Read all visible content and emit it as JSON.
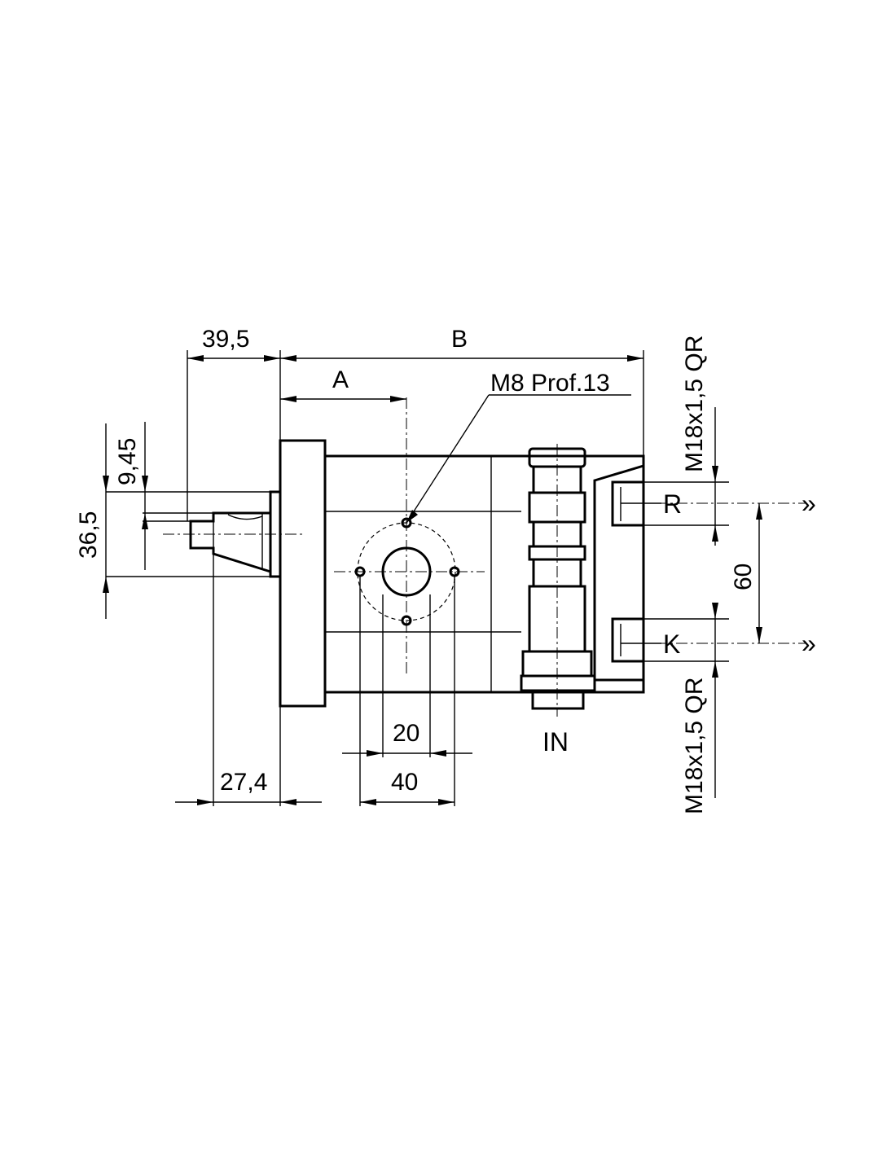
{
  "dimensions": {
    "shaft_length": "39,5",
    "body_length": "B",
    "flange_to_port": "A",
    "thread_depth": "M8  Prof.13",
    "port_thread_top": "M18x1,5 QR",
    "port_thread_bottom": "M18x1,5 QR",
    "key_width": "9,45",
    "shaft_diameter": "36,5",
    "key_offset": "27,4",
    "hole_spacing_inner": "20",
    "hole_spacing_outer": "40",
    "port_spacing": "60"
  },
  "ports": {
    "return": "R",
    "drain": "K",
    "inlet": "IN"
  },
  "flow_marker": "»"
}
